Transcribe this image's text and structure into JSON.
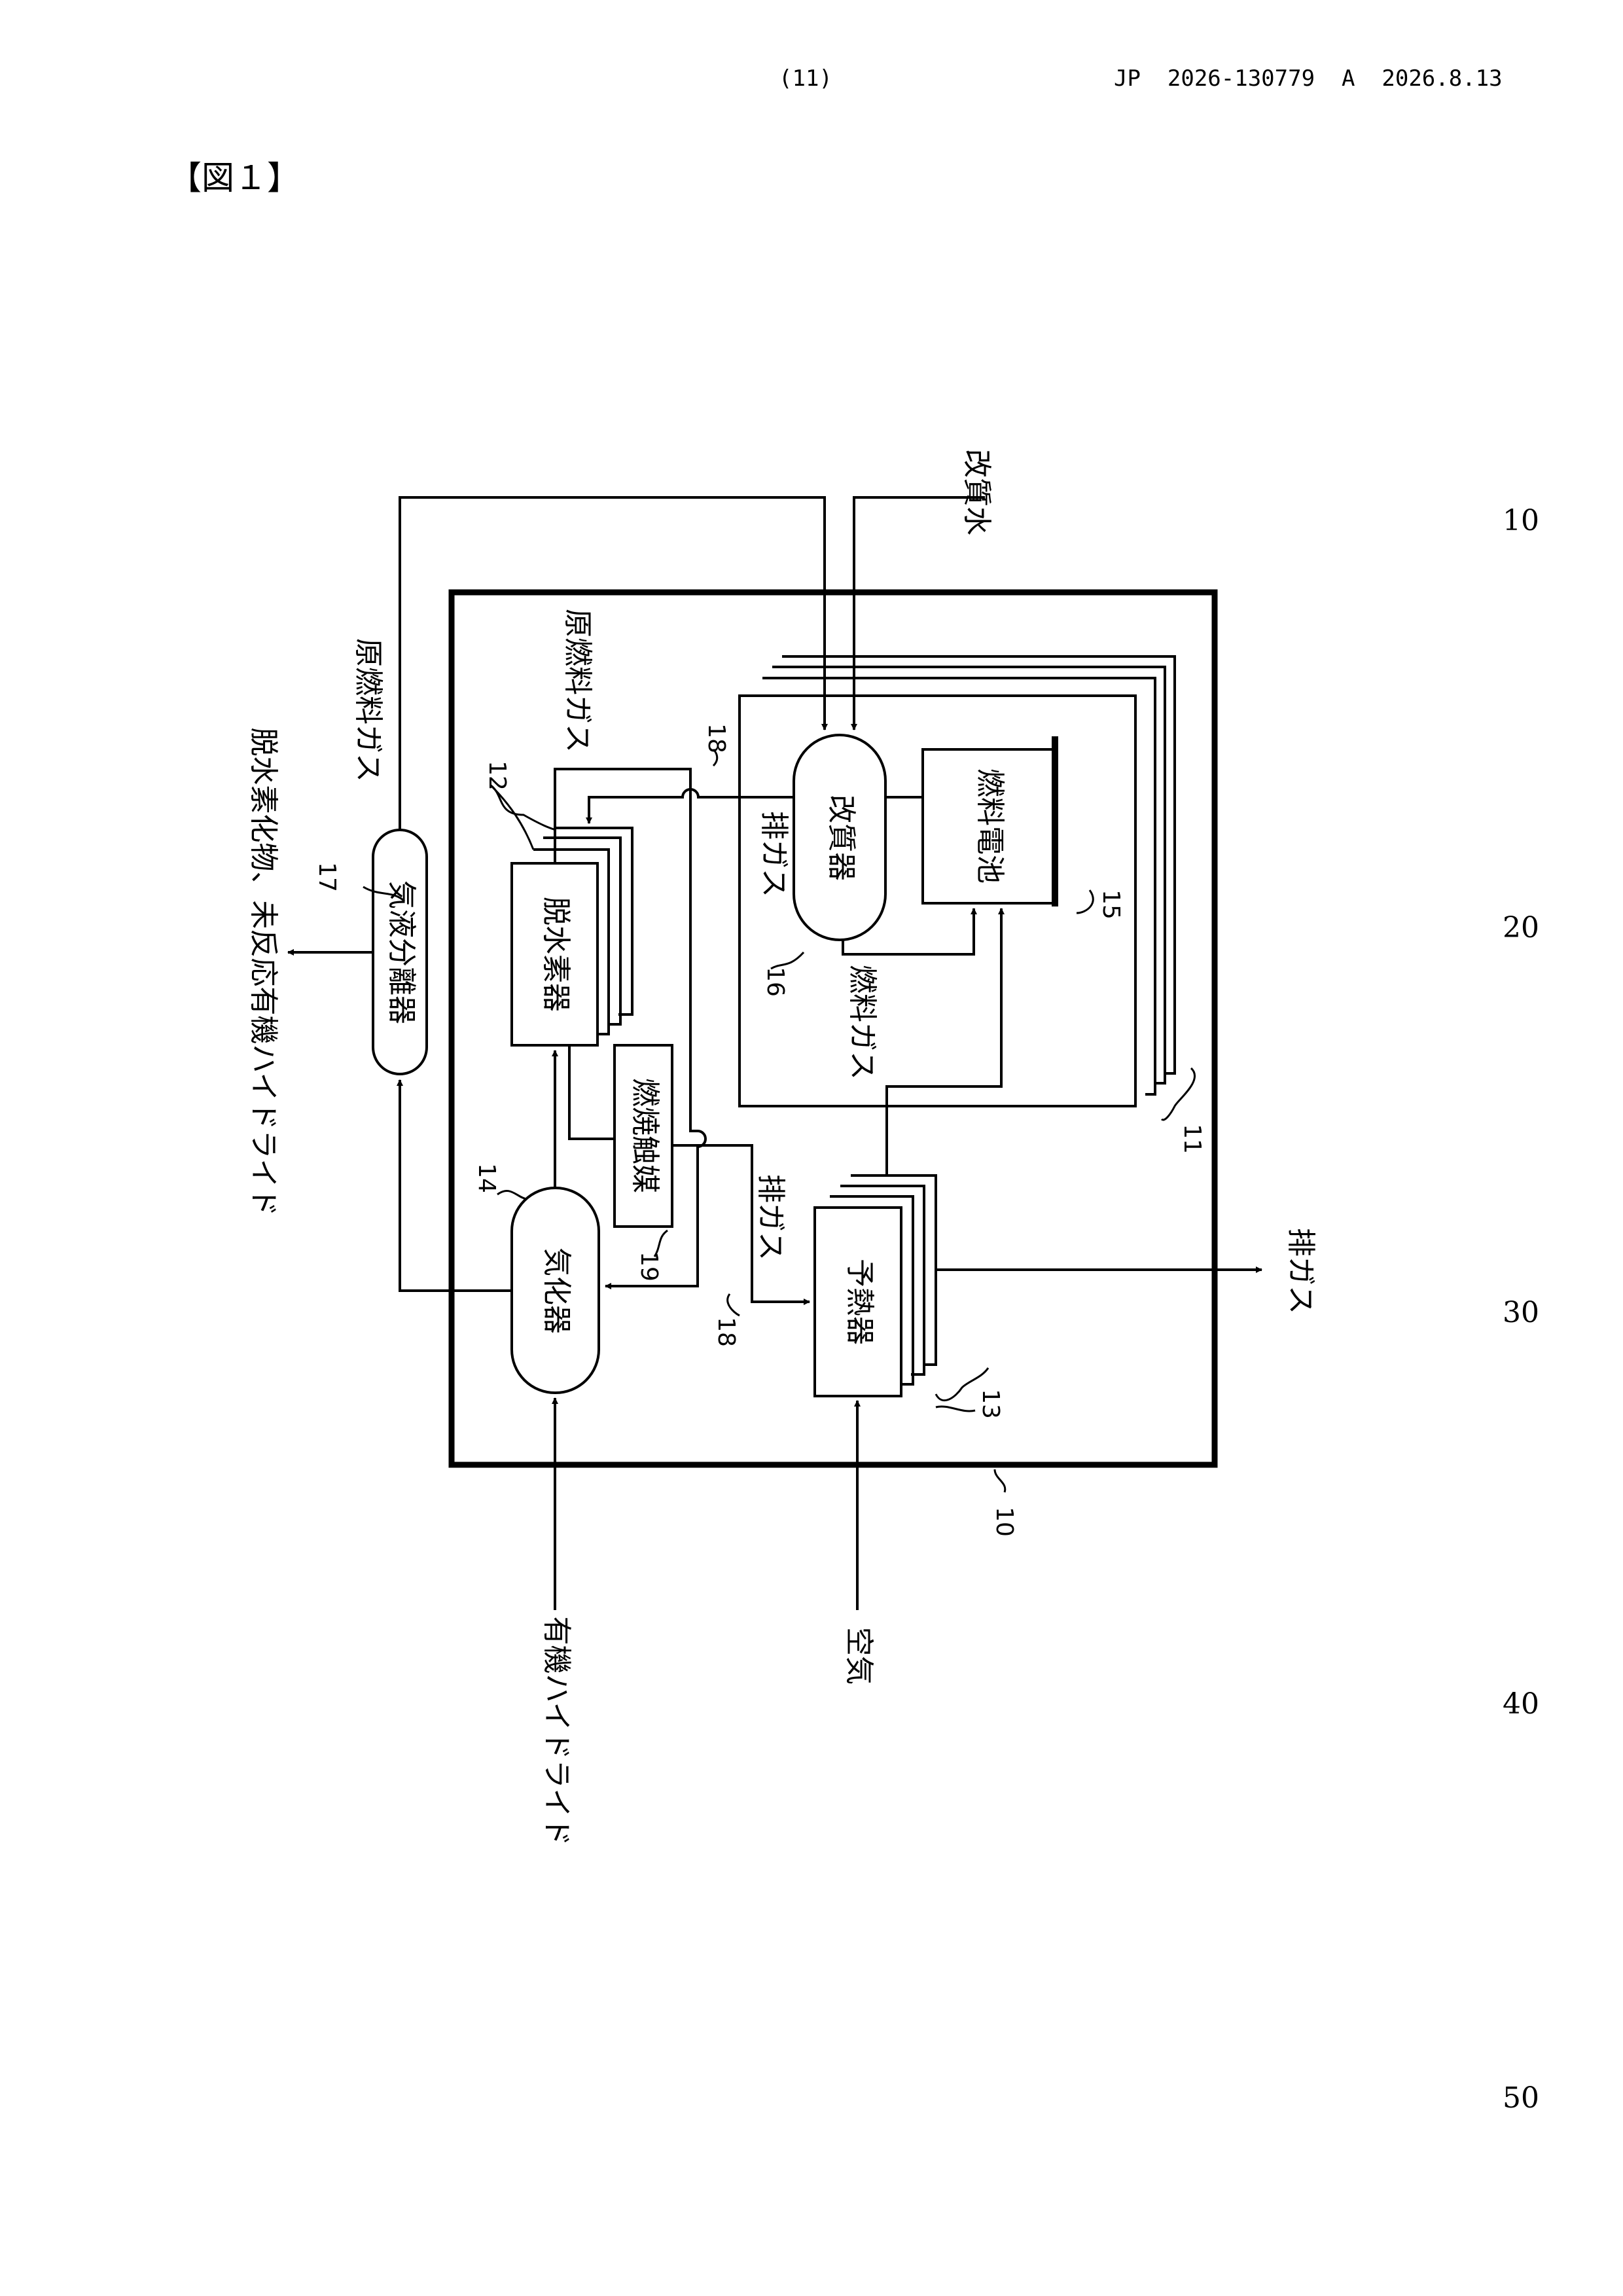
{
  "header": {
    "page_number": "(11)",
    "publication": "JP  2026-130779  A  2026.8.13"
  },
  "figure_title": "【図１】",
  "line_numbers": [
    "10",
    "20",
    "30",
    "40",
    "50"
  ],
  "diagram": {
    "components": {
      "reformer": "改質器",
      "fuel_cell": "燃料電池",
      "dehydrogenator": "脱水素器",
      "combustion_catalyst": "燃焼触媒",
      "vaporizer": "気化器",
      "preheater": "予熱器",
      "gas_liquid_separator": "気液分離器"
    },
    "streams": {
      "reforming_water": "改質水",
      "raw_fuel_gas_outer": "原燃料ガス",
      "raw_fuel_gas_inner": "原燃料ガス",
      "separator_output": "脱水素化物、未反応有機ハイドライド",
      "exhaust_gas_top": "排ガス",
      "fuel_gas": "燃料ガス",
      "exhaust_gas_middle": "排ガス",
      "exhaust_gas_out": "排ガス",
      "organic_hydride": "有機ハイドライド",
      "air": "空気"
    },
    "reference_numerals": {
      "system": "10",
      "module": "11",
      "dehydrogenator": "12",
      "preheater": "13",
      "vaporizer": "14",
      "fuel_cell": "15",
      "reformer": "16",
      "separator": "17",
      "exhaust_path_top": "18",
      "exhaust_path_bottom": "18",
      "catalyst": "19"
    }
  }
}
